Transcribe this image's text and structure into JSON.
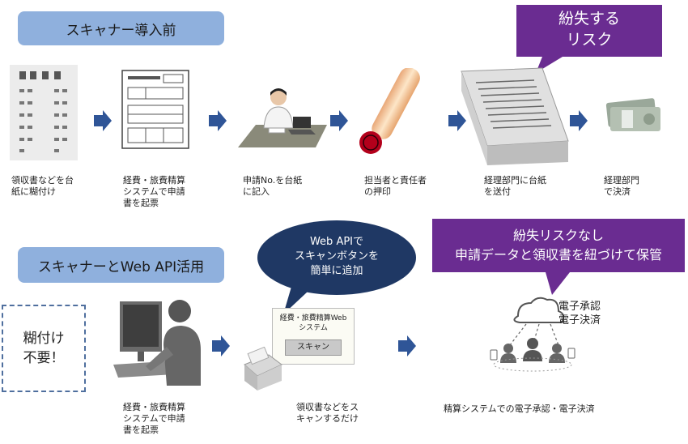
{
  "before": {
    "title": "スキャナー導入前",
    "risk_callout": "紛失する\nリスク",
    "steps": [
      {
        "label": "領収書などを台\n紙に糊付け",
        "icon": "receipt-sheet-icon"
      },
      {
        "label": "経費・旅費精算\nシステムで申請\n書を起票",
        "icon": "form-document-icon"
      },
      {
        "label": "申請No.を台紙\nに記入",
        "icon": "person-writing-icon"
      },
      {
        "label": "担当者と責任者\nの押印",
        "icon": "seal-stamp-icon"
      },
      {
        "label": "経理部門に台紙\nを送付",
        "icon": "paper-stack-icon"
      },
      {
        "label": "経理部門\nで決済",
        "icon": "money-bundle-icon"
      }
    ]
  },
  "after": {
    "title": "スキャナーとWeb API活用",
    "no_glue_note": "糊付け\n不要！",
    "webapi_callout": "Web APIで\nスキャンボタンを\n簡単に追加",
    "no_risk_callout": "紛失リスクなし\n申請データと領収書を紐づけて保管",
    "web_system_title": "経費・旅費精算Web\nシステム",
    "scan_button": "スキャン",
    "approval_label": "電子承認\n電子決済",
    "steps": [
      {
        "label": "経費・旅費精算\nシステムで申請\n書を起票",
        "icon": "person-at-computer-icon"
      },
      {
        "label": "領収書などをス\nキャンするだけ",
        "icon": "scanner-icon"
      },
      {
        "label": "精算システムでの電子承認・電子決済",
        "icon": "cloud-network-icon"
      }
    ]
  },
  "colors": {
    "title_bg": "#8fb0dd",
    "purple": "#6a2c91",
    "navy_bubble": "#1f3864",
    "arrow": "#2f5597"
  }
}
